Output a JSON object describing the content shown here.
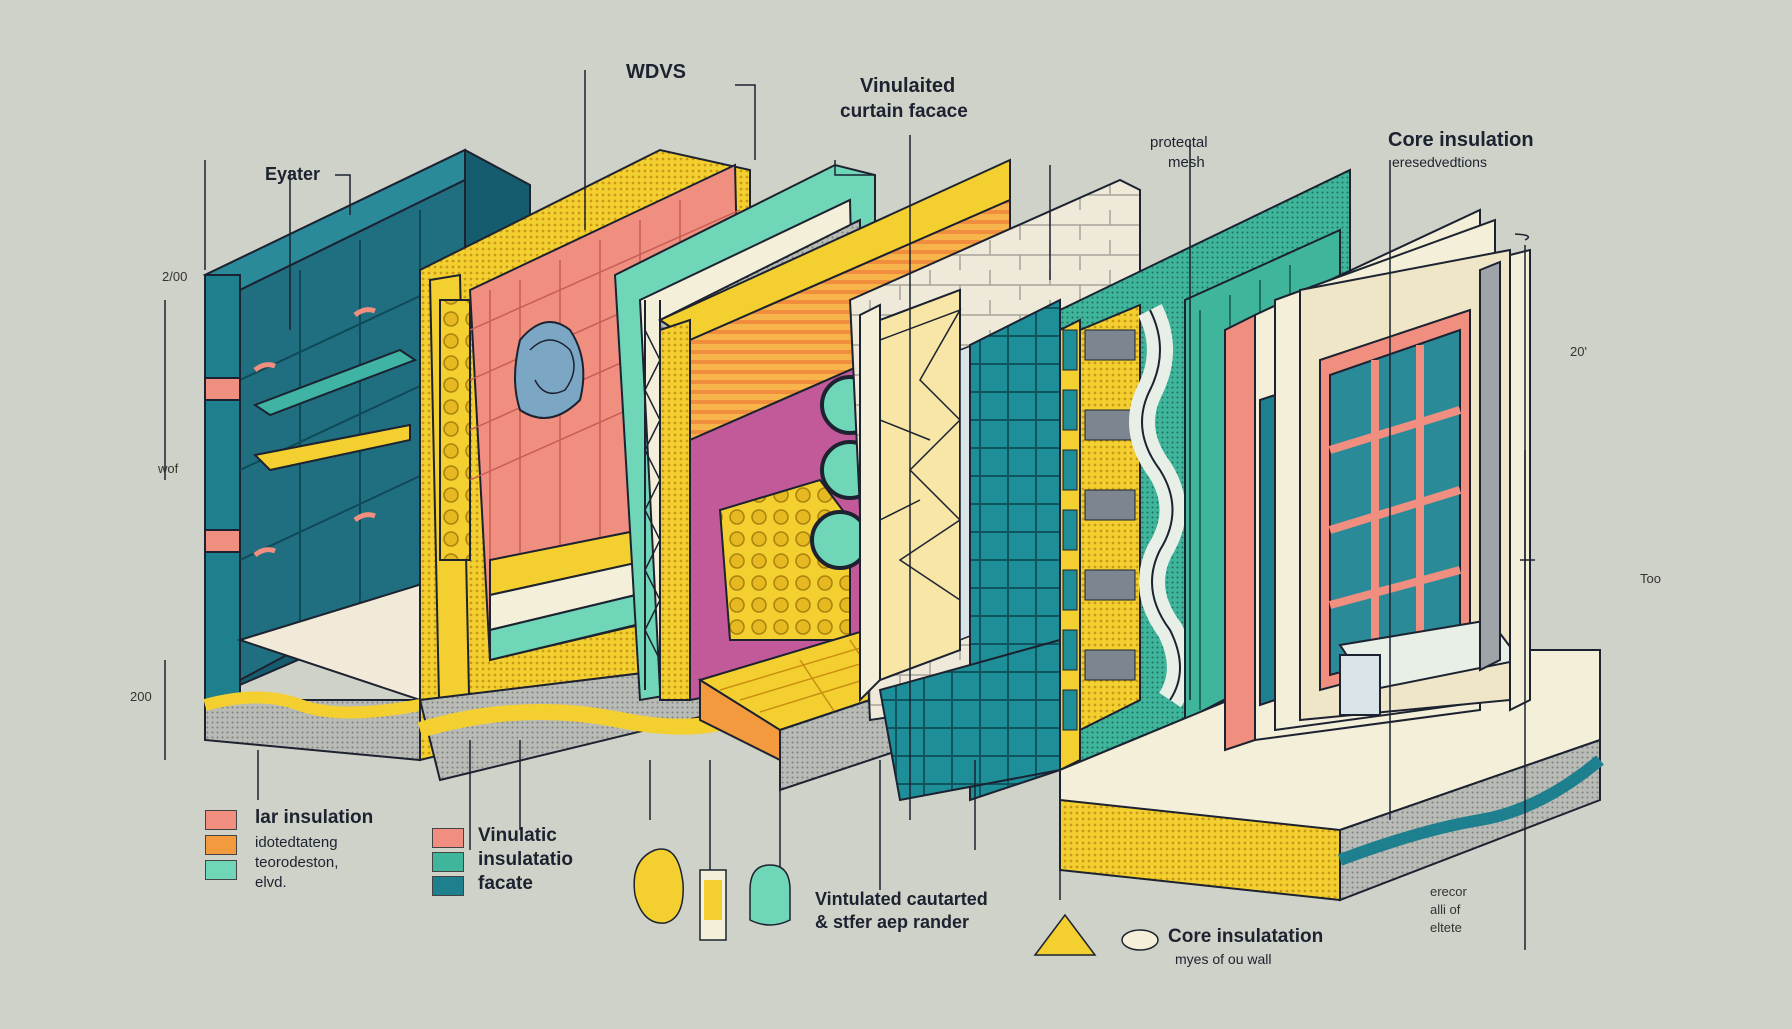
{
  "labels": {
    "eyater": "Eyater",
    "wdvs": "WDVS",
    "vinulaited_1": "Vinulaited",
    "vinulaited_2": "curtain facace",
    "protectal_1": "protectal",
    "protectal_2": "mesh",
    "core_title": "Core insulation",
    "core_sub": "eresedvedtions",
    "dim_2100": "2/00",
    "dim_wof": "wof",
    "dim_200": "200",
    "dim_20": "20'",
    "dim_too": "Too",
    "corner_1": "erecor",
    "corner_2": "alli of",
    "corner_3": "eltete"
  },
  "legend": {
    "group1": {
      "title": "lar insulation",
      "line1": "idotedtateng",
      "line2": "teorodeston,",
      "line3": "elvd."
    },
    "group2": {
      "line1": "Vinulatic",
      "line2": "insulatatio",
      "line3": "facate"
    },
    "group3": {
      "line1": "Vintulated cautarted",
      "line2": "& stfer  aep rander"
    },
    "group4": {
      "line1": "Core insulatation",
      "line2": "myes of ou wall"
    }
  },
  "colors": {
    "background": "#cfd2c8",
    "teal_panel": "#1e7f8e",
    "yellow_insulation": "#f3cf2f",
    "salmon": "#f08e80",
    "mint": "#6fd6b8",
    "magenta": "#c25a9a",
    "orange": "#f29a3d",
    "cream": "#f4efd8",
    "ink": "#1c2230"
  }
}
